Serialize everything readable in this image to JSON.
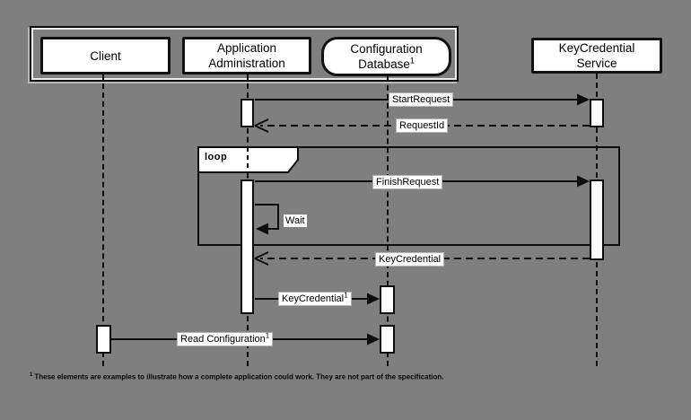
{
  "background_color": "#7f7f7f",
  "actors": {
    "client": {
      "line1": "Client"
    },
    "app_admin": {
      "line1": "Application",
      "line2": "Administration"
    },
    "config_db": {
      "line1": "Configuration",
      "line2": "Database",
      "sup": "1"
    },
    "keycred": {
      "line1": "KeyCredential",
      "line2": "Service"
    }
  },
  "loop": {
    "label": "loop"
  },
  "messages": {
    "start_request": "StartRequest",
    "request_id": "RequestId",
    "finish_request": "FinishRequest",
    "wait": "Wait",
    "key_credential_return": "KeyCredential",
    "key_credential_store": "KeyCredential",
    "key_credential_store_sup": "1",
    "read_configuration": "Read Configuration",
    "read_configuration_sup": "1"
  },
  "footnote": {
    "sup": "1",
    "text": "These elements are examples to illustrate how a complete application could work. They are not part of the specification."
  }
}
